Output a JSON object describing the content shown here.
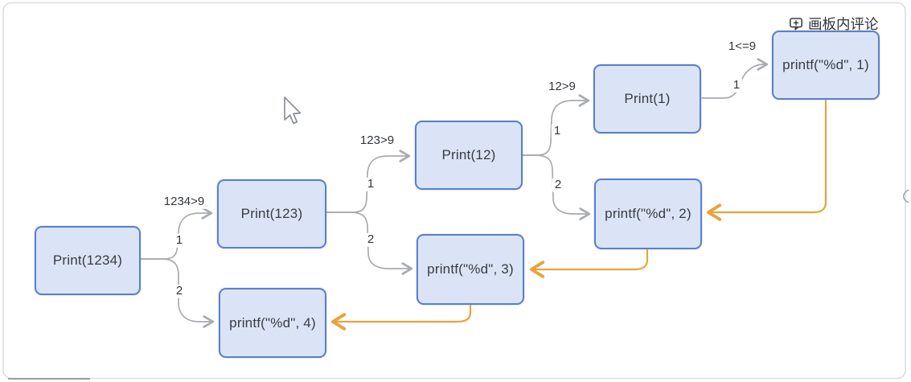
{
  "app": {
    "comment_button_label": "画板内评论"
  },
  "colors": {
    "node_fill": "#dbe4f7",
    "node_border": "#5b80c7",
    "edge_gray": "#a8abb0",
    "edge_return_orange": "#e8a33d",
    "frame_border": "#d9dde7",
    "text": "#383c42"
  },
  "diagram": {
    "nodes": [
      {
        "label": "Print(1234)"
      },
      {
        "label": "Print(123)"
      },
      {
        "label": "Print(12)"
      },
      {
        "label": "Print(1)"
      },
      {
        "label": "printf(\"%d\", 1)"
      },
      {
        "label": "printf(\"%d\", 2)"
      },
      {
        "label": "printf(\"%d\", 3)"
      },
      {
        "label": "printf(\"%d\", 4)"
      }
    ],
    "edge_labels": [
      {
        "text": "1234>9"
      },
      {
        "text": "1"
      },
      {
        "text": "2"
      },
      {
        "text": "123>9"
      },
      {
        "text": "1"
      },
      {
        "text": "2"
      },
      {
        "text": "12>9"
      },
      {
        "text": "1"
      },
      {
        "text": "2"
      },
      {
        "text": "1<=9"
      },
      {
        "text": "1"
      }
    ]
  }
}
